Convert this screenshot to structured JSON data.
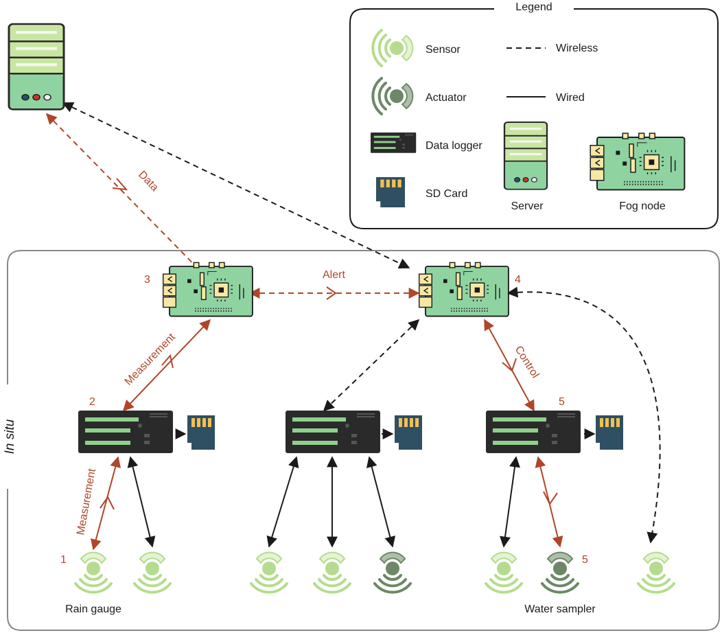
{
  "colors": {
    "sensor": "#b5dc8e",
    "sensor_light": "#e4f3d3",
    "actuator": "#6d8866",
    "actuator_light": "#aebfa9",
    "logger": "#2a2a2a",
    "logger_bar": "#8fd18c",
    "sd_card": "#2f4f63",
    "sd_pin": "#f2c04f",
    "fog_board": "#8fd3a1",
    "fog_yellow": "#f6e7a4",
    "server_top": "#c8e6a2",
    "server_bottom": "#8fd3a1",
    "red": "#b0452a",
    "black": "#1a1a1a"
  },
  "legend": {
    "title": "Legend",
    "items": {
      "sensor": "Sensor",
      "actuator": "Actuator",
      "data_logger": "Data logger",
      "sd_card": "SD Card",
      "wireless": "Wireless",
      "wired": "Wired",
      "server": "Server",
      "fog_node": "Fog node"
    }
  },
  "region": {
    "label": "In situ"
  },
  "edge_labels": {
    "data": "Data",
    "alert": "Alert",
    "measurement_upper": "Measurement",
    "measurement_lower": "Measurement",
    "control": "Control"
  },
  "node_numbers": {
    "rain_gauge": "1",
    "logger_left": "2",
    "fog_left": "3",
    "fog_right": "4",
    "logger_right": "5",
    "actuator_right": "5"
  },
  "captions": {
    "rain_gauge": "Rain gauge",
    "water_sampler": "Water sampler"
  },
  "icons": {
    "server": "server-icon",
    "fog_node": "fog-node-icon",
    "data_logger": "data-logger-icon",
    "sd_card": "sd-card-icon",
    "sensor": "sensor-icon",
    "actuator": "actuator-icon"
  }
}
